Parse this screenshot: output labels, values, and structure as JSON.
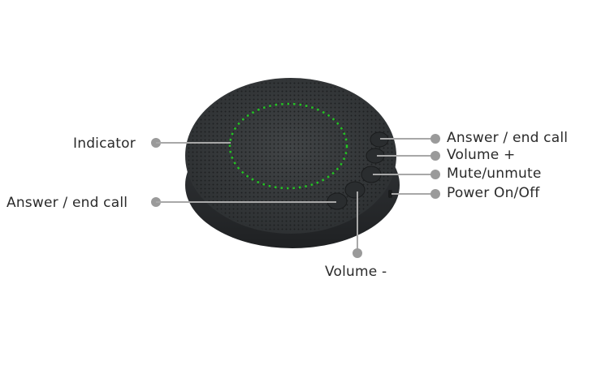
{
  "diagram": {
    "subject": "Conference speakerphone button layout",
    "colors": {
      "device_body": "#2f3234",
      "device_top": "#3a3d3f",
      "indicator_ring": "#22c422",
      "connector": "#a8a8a8",
      "label_text": "#2a2a2a"
    },
    "labels": {
      "indicator": "Indicator",
      "answer_left": "Answer / end call",
      "answer_right": "Answer / end call",
      "volume_up": "Volume +",
      "mute": "Mute/unmute",
      "power": "Power On/Off",
      "volume_down": "Volume -"
    }
  }
}
